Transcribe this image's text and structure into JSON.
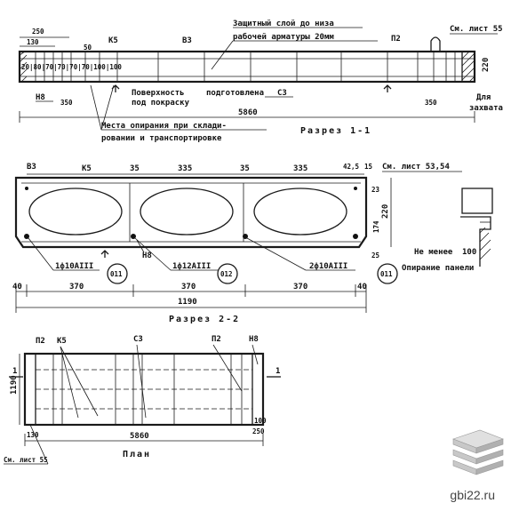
{
  "top_view": {
    "label_protective_layer_1": "Защитный слой до низа",
    "label_protective_layer_2": "рабочей арматуры 20мм",
    "label_see_sheet_55": "См. лист 55",
    "dim_250": "250",
    "dim_130": "130",
    "dim_50": "50",
    "mark_k5": "К5",
    "mark_v3": "В3",
    "mark_p2": "П2",
    "dim_220": "220",
    "small_dims": "20|80|70|70|70|70|100|100",
    "mark_n8": "Н8",
    "dim_350_left": "350",
    "label_surface_1": "Поверхность",
    "label_surface_2": "под покраску",
    "label_prepared": "подготовлена",
    "mark_s3": "С3",
    "dim_350_right": "350",
    "label_for_1": "Для",
    "label_for_2": "захвата",
    "dim_5860": "5860",
    "label_support_1": "Места опирания при склади-",
    "label_support_2": "ровании и транспортировке",
    "section_title": "Разрез 1-1"
  },
  "section_view": {
    "mark_v3": "В3",
    "mark_k5": "К5",
    "dim_35_a": "35",
    "dim_335_a": "335",
    "dim_35_b": "35",
    "dim_335_b": "335",
    "dim_42_5": "42,5",
    "dim_15": "15",
    "label_see_sheets": "См. лист 53,54",
    "dim_23": "23",
    "dim_220": "220",
    "dim_174": "174",
    "dim_25": "25",
    "label_not_less": "Не менее",
    "dim_100": "100",
    "rebar_1": "1ф10АIII",
    "rebar_2": "1ф12АIII",
    "rebar_3": "2ф10АIII",
    "mark_n8": "Н8",
    "circle_011_a": "011",
    "circle_012": "012",
    "circle_011_b": "011",
    "label_support_panel": "Опирание панели",
    "dim_40_left": "40",
    "dim_370_a": "370",
    "dim_370_b": "370",
    "dim_370_c": "370",
    "dim_40_right": "40",
    "dim_1190": "1190",
    "section_title": "Разрез 2-2"
  },
  "plan_view": {
    "mark_p2_left": "П2",
    "mark_k5": "К5",
    "mark_s3": "С3",
    "mark_p2_right": "П2",
    "mark_n8": "Н8",
    "dim_1190": "1190",
    "marker_1_left": "1",
    "marker_1_right": "1",
    "dim_100": "100",
    "dim_250": "250",
    "dim_130": "130",
    "dim_5860": "5860",
    "label_see_sheet_1": "См. лист 55",
    "title": "План"
  },
  "watermark": {
    "site": "gbi22.ru"
  }
}
